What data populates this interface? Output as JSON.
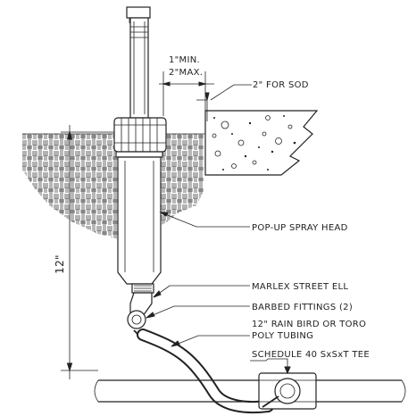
{
  "labels": {
    "min_depth": "1\"MIN.",
    "max_depth": "2\"MAX.",
    "sod": "2\" FOR SOD",
    "spray_head": "POP-UP SPRAY HEAD",
    "street_ell": "MARLEX STREET ELL",
    "barbed_fittings": "BARBED FITTINGS (2)",
    "tubing_line1": "12\" RAIN BIRD OR TORO",
    "tubing_line2": "POLY TUBING",
    "tee": "SCHEDULE 40 SxSxT TEE",
    "dimension_12": "12\""
  }
}
